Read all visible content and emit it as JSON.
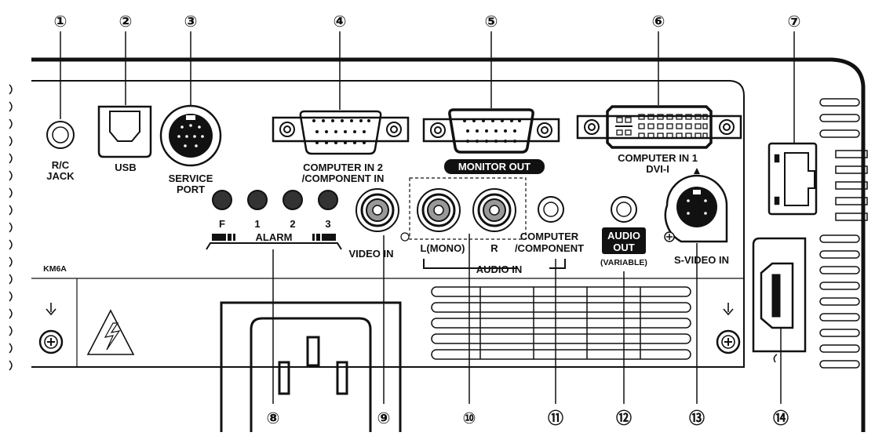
{
  "callouts": [
    "①",
    "②",
    "③",
    "④",
    "⑤",
    "⑥",
    "⑦",
    "⑧",
    "⑨",
    "⑩",
    "⑪",
    "⑫",
    "⑬",
    "⑭"
  ],
  "labels": {
    "rc": "R/C",
    "jack": "JACK",
    "usb": "USB",
    "service": "SERVICE",
    "port": "PORT",
    "computer_in2": "COMPUTER IN 2",
    "component_in": "/COMPONENT IN",
    "monitor_out": "MONITOR OUT",
    "computer_in1": "COMPUTER IN 1",
    "dvi": "DVI-I",
    "alarm_f": "F",
    "alarm_1": "1",
    "alarm_2": "2",
    "alarm_3": "3",
    "alarm": "ALARM",
    "video_in": "VIDEO IN",
    "l_mono": "L(MONO)",
    "r": "R",
    "audio_in": "AUDIO IN",
    "computer": "COMPUTER",
    "component": "/COMPONENT",
    "audio": "AUDIO",
    "out": "OUT",
    "variable": "(VARIABLE)",
    "s_video_in": "S-VIDEO IN",
    "model": "KM6A"
  }
}
